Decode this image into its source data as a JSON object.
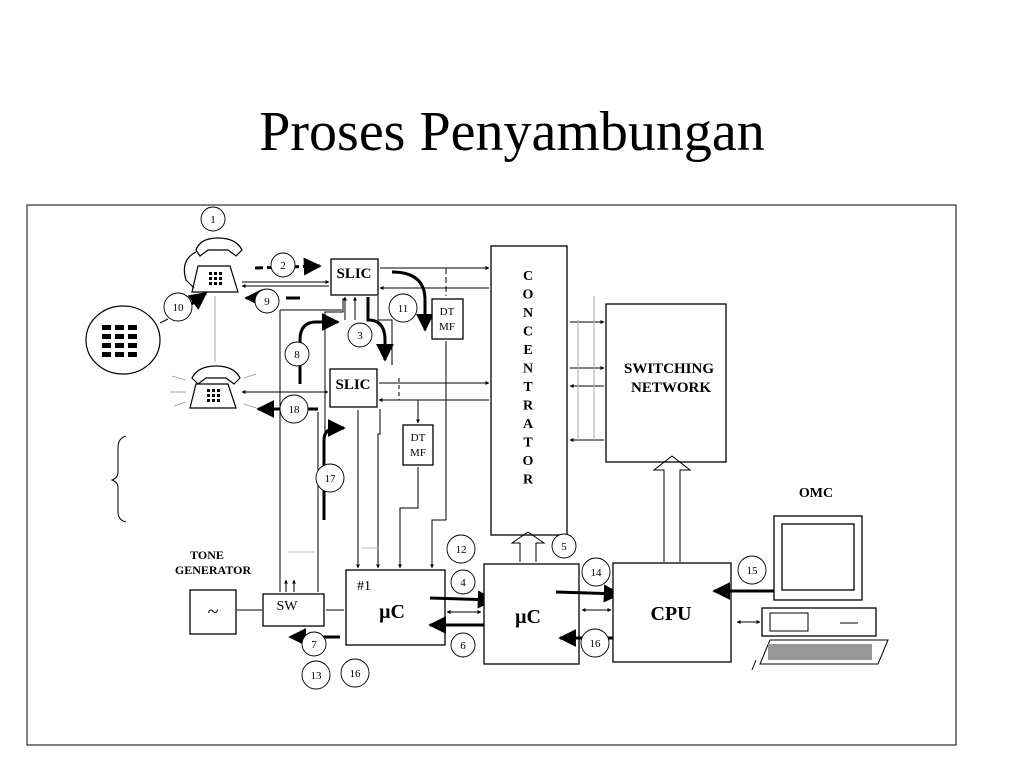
{
  "title": "Proses Penyambungan",
  "diagram": {
    "blocks": {
      "slic_top": "SLIC",
      "slic_bottom": "SLIC",
      "dtmf_top_1": "DT",
      "dtmf_top_2": "MF",
      "dtmf_bottom_1": "DT",
      "dtmf_bottom_2": "MF",
      "concentrator_letters": [
        "C",
        "O",
        "N",
        "C",
        "E",
        "N",
        "T",
        "R",
        "A",
        "T",
        "O",
        "R"
      ],
      "switching_1": "SWITCHING",
      "switching_2": "NETWORK",
      "tone_gen_1": "TONE",
      "tone_gen_2": "GENERATOR",
      "tone_symbol": "~",
      "sw": "SW",
      "uc_left_tag": "#1",
      "uc_left": "μC",
      "uc_right": "μC",
      "cpu": "CPU",
      "omc": "OMC"
    },
    "step_numbers": {
      "n1": "1",
      "n2": "2",
      "n3": "3",
      "n4": "4",
      "n5": "5",
      "n6": "6",
      "n7": "7",
      "n8": "8",
      "n9": "9",
      "n10": "10",
      "n11": "11",
      "n12": "12",
      "n13": "13",
      "n14": "14",
      "n15": "15",
      "n16a": "16",
      "n16b": "16",
      "n17": "17",
      "n18": "18"
    },
    "icons": [
      "telephone-icon",
      "ringing-telephone-icon",
      "keypad-icon",
      "computer-terminal-icon"
    ]
  }
}
